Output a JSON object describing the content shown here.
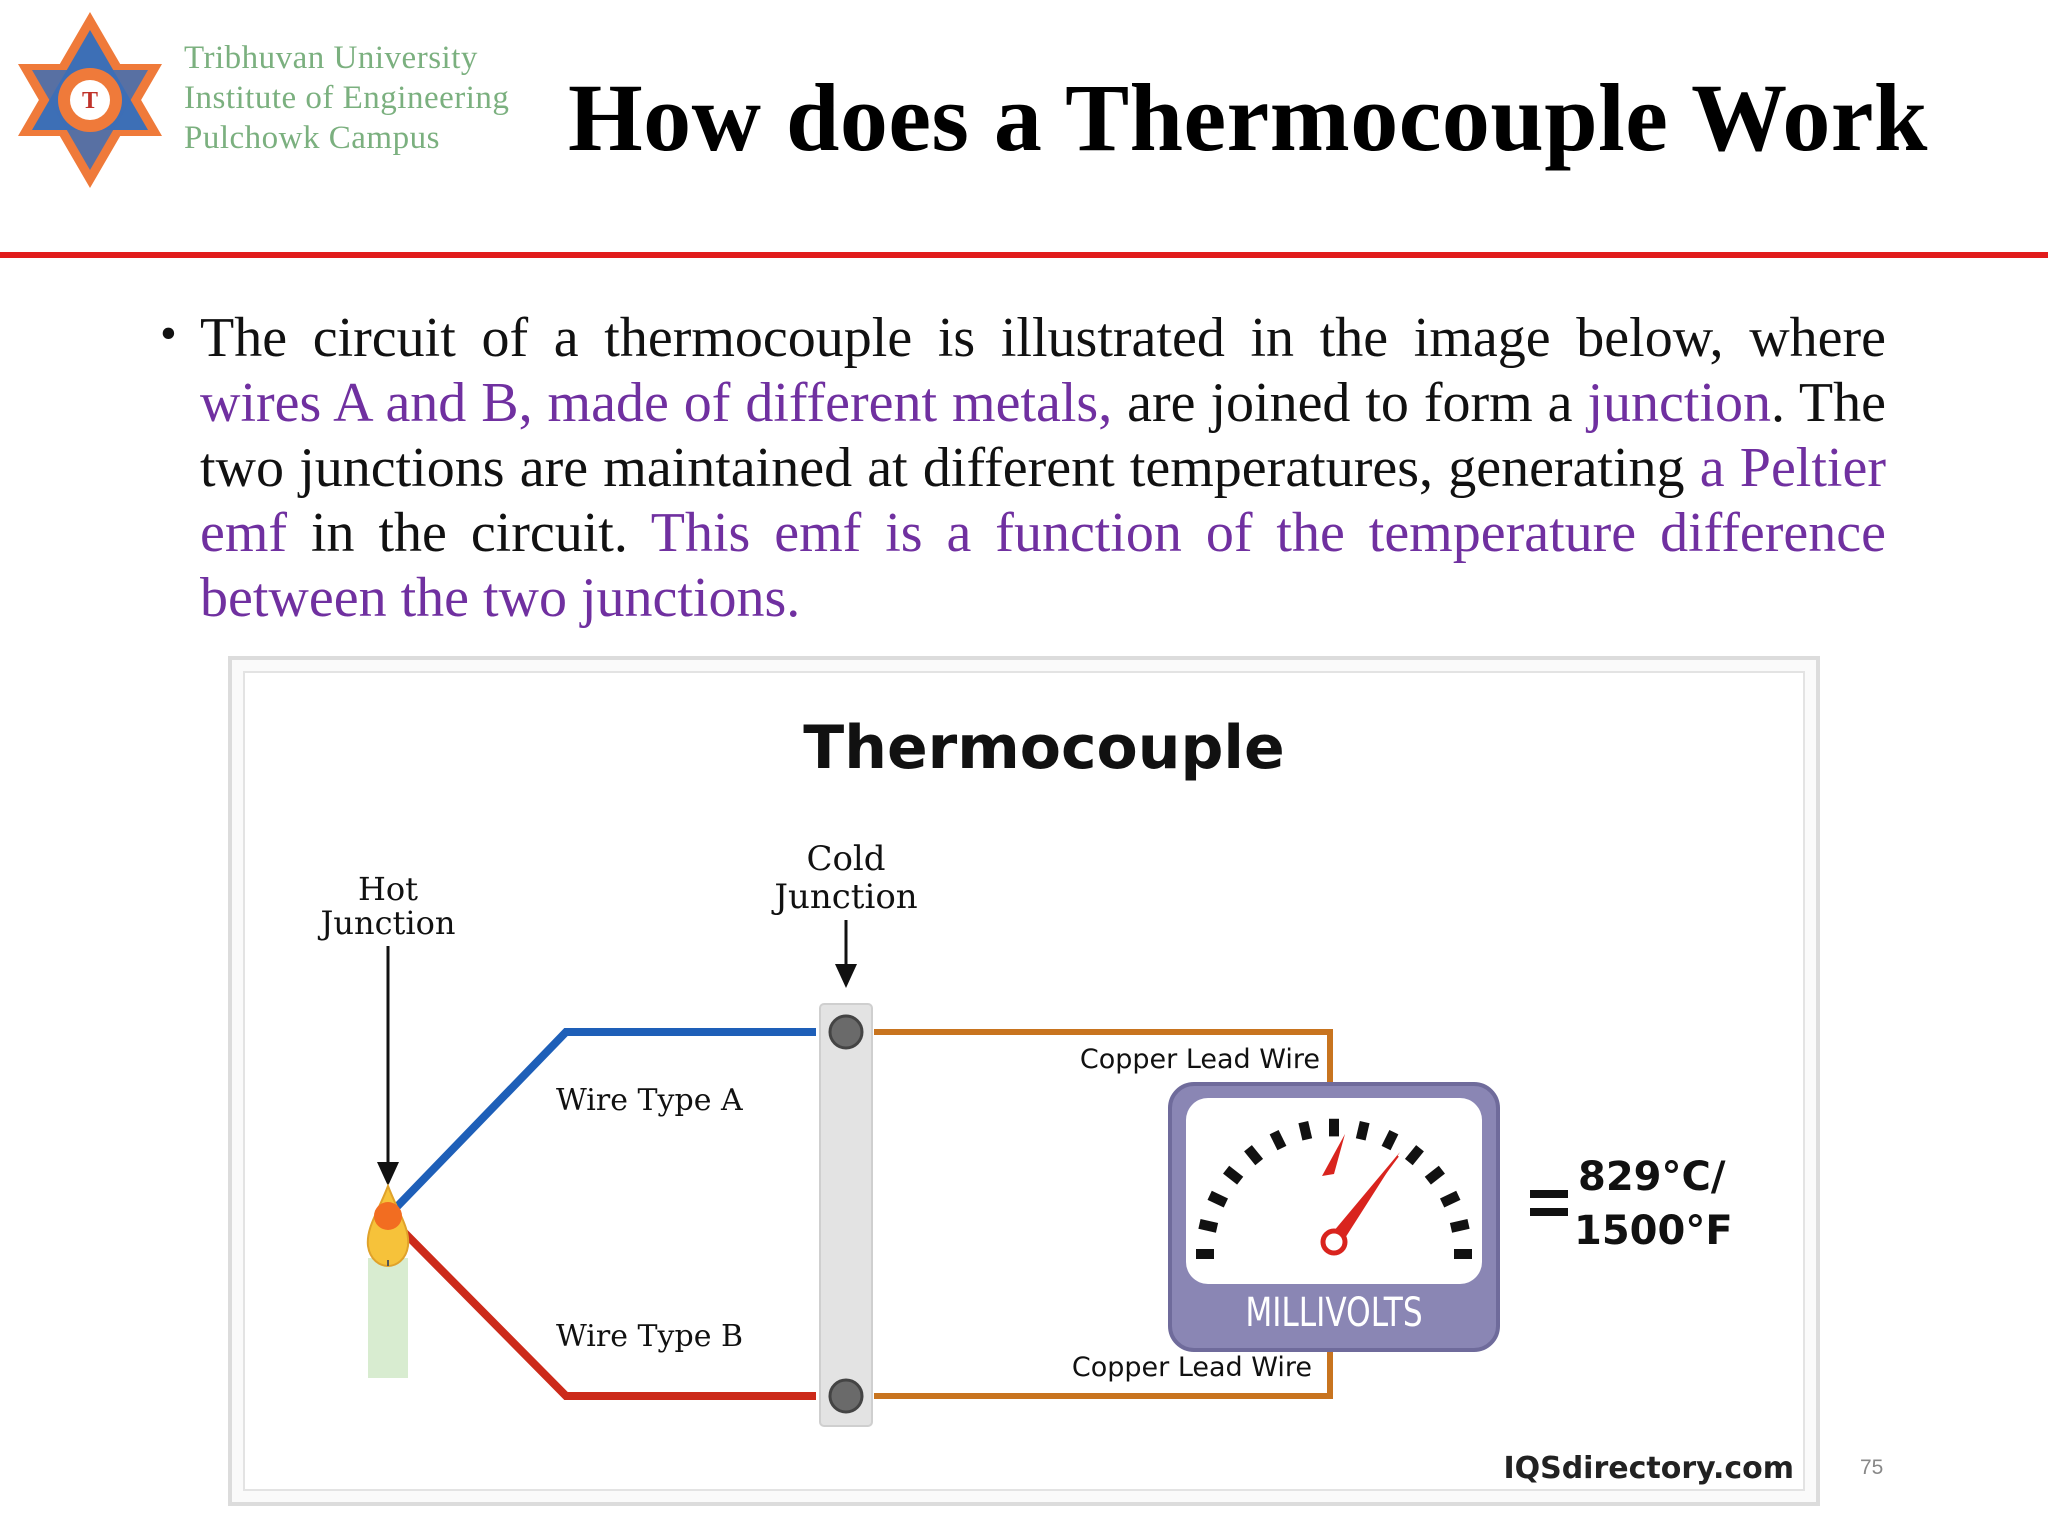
{
  "header": {
    "institution_lines": [
      "Tribhuvan University",
      "Institute of Engineering",
      "Pulchowk Campus"
    ],
    "title": "How does a Thermocouple Work",
    "rule_color": "#e11c1c"
  },
  "body": {
    "segments": [
      {
        "text": "The circuit of a thermocouple is illustrated in the image below, where ",
        "highlight": false
      },
      {
        "text": "wires A and B, made of different metals,",
        "highlight": true
      },
      {
        "text": " are joined to form a ",
        "highlight": false
      },
      {
        "text": "junction",
        "highlight": true
      },
      {
        "text": ". The two junctions are maintained at different temperatures, generating ",
        "highlight": false
      },
      {
        "text": "a Peltier emf",
        "highlight": true
      },
      {
        "text": " in the circuit. ",
        "highlight": false
      },
      {
        "text": "This emf is a function of the temperature difference between the two junctions.",
        "highlight": true
      }
    ],
    "highlight_color": "#7030a0"
  },
  "diagram": {
    "title": "Thermocouple",
    "hot_junction_label": [
      "Hot",
      "Junction"
    ],
    "cold_junction_label": [
      "Cold",
      "Junction"
    ],
    "wire_a_label": "Wire Type A",
    "wire_b_label": "Wire Type B",
    "copper_top_label": "Copper Lead Wire",
    "copper_bottom_label": "Copper Lead Wire",
    "meter_label": "MILLIVOLTS",
    "reading_line1": "829°C/",
    "reading_line2": "1500°F",
    "source": "IQSdirectory.com",
    "colors": {
      "wire_a": "#1e5fb8",
      "wire_b": "#cc2a1a",
      "copper": "#c8741f",
      "meter": "#8a86b4",
      "needle": "#d9241e",
      "hot_dot": "#f26d21"
    }
  },
  "page_number": "75"
}
